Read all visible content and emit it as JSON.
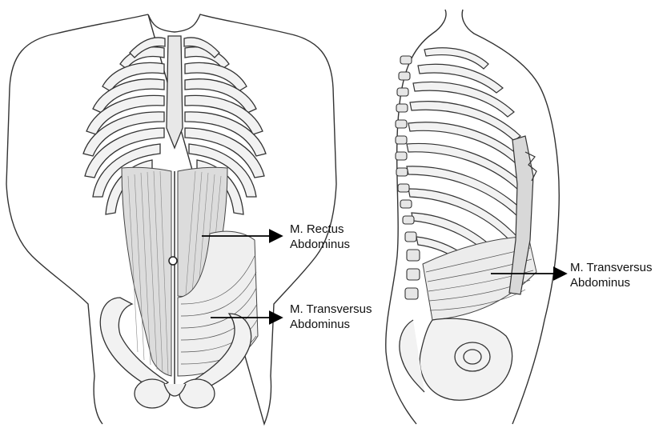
{
  "figure": {
    "front_view": {
      "labels": [
        {
          "line1": "M. Rectus",
          "line2": "Abdominus"
        },
        {
          "line1": "M. Transversus",
          "line2": "Abdominus"
        }
      ]
    },
    "side_view": {
      "labels": [
        {
          "line1": "M. Transversus",
          "line2": "Abdominus"
        }
      ]
    }
  }
}
